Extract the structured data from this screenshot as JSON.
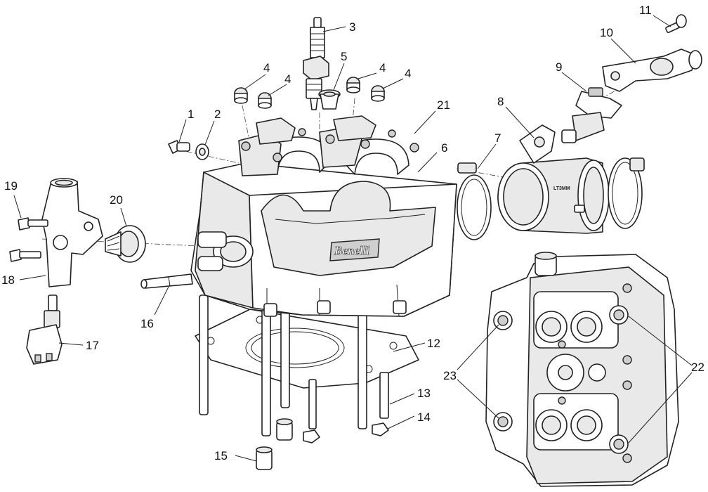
{
  "diagram": {
    "brand_mark": "Benelli",
    "body_marking": "LT3MM",
    "callouts": [
      {
        "id": "c1",
        "label": "1"
      },
      {
        "id": "c2",
        "label": "2"
      },
      {
        "id": "c3",
        "label": "3"
      },
      {
        "id": "c4a",
        "label": "4"
      },
      {
        "id": "c4b",
        "label": "4"
      },
      {
        "id": "c4c",
        "label": "4"
      },
      {
        "id": "c4d",
        "label": "4"
      },
      {
        "id": "c5",
        "label": "5"
      },
      {
        "id": "c6",
        "label": "6"
      },
      {
        "id": "c7",
        "label": "7"
      },
      {
        "id": "c8",
        "label": "8"
      },
      {
        "id": "c9",
        "label": "9"
      },
      {
        "id": "c10",
        "label": "10"
      },
      {
        "id": "c11",
        "label": "11"
      },
      {
        "id": "c12",
        "label": "12"
      },
      {
        "id": "c13",
        "label": "13"
      },
      {
        "id": "c14",
        "label": "14"
      },
      {
        "id": "c15",
        "label": "15"
      },
      {
        "id": "c16",
        "label": "16"
      },
      {
        "id": "c17",
        "label": "17"
      },
      {
        "id": "c18",
        "label": "18"
      },
      {
        "id": "c19",
        "label": "19"
      },
      {
        "id": "c20",
        "label": "20"
      },
      {
        "id": "c21",
        "label": "21"
      },
      {
        "id": "c22",
        "label": "22"
      },
      {
        "id": "c23",
        "label": "23"
      }
    ]
  }
}
